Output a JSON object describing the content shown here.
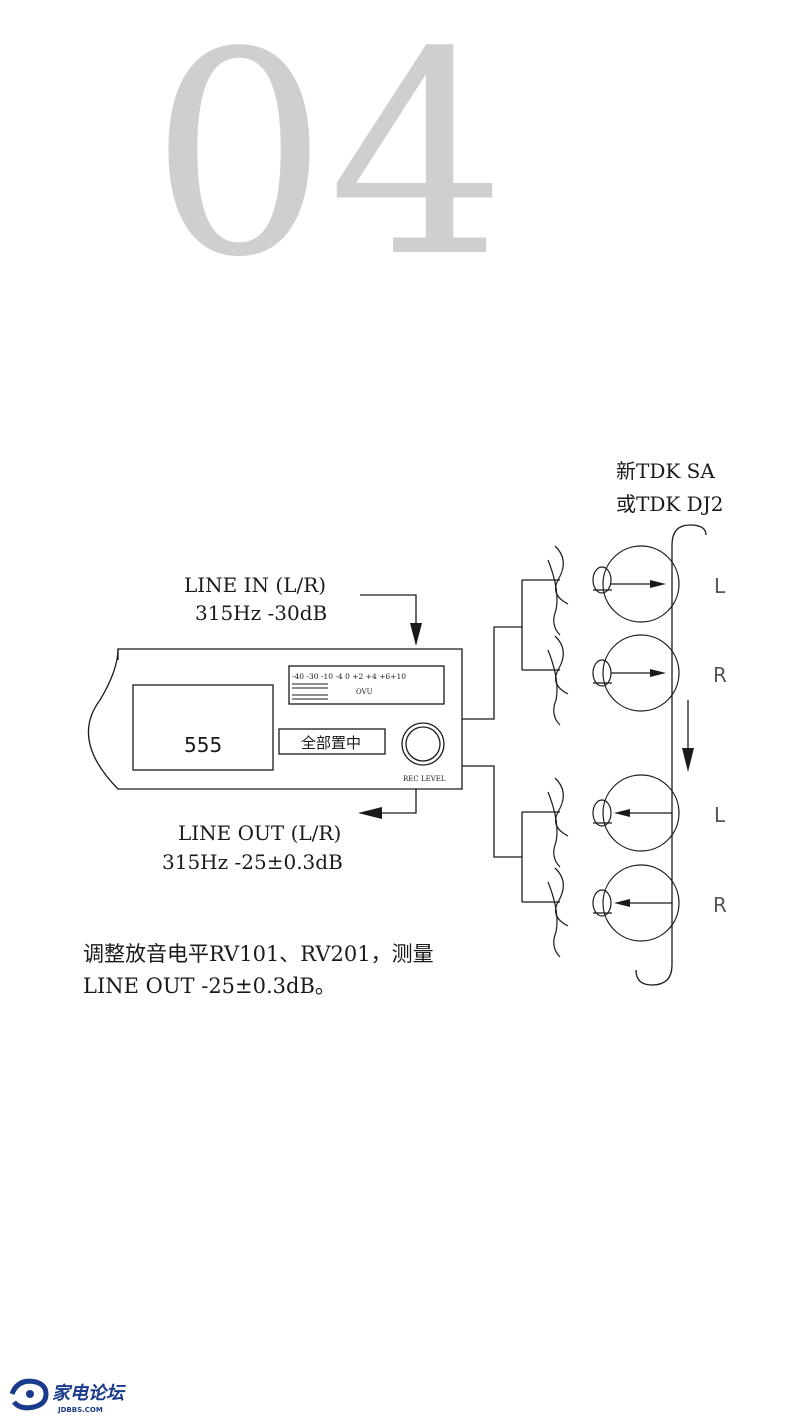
{
  "page_number": "04",
  "colors": {
    "line": "#1a1a1a",
    "page_number": "#cfcfcf",
    "logo_blue": "#1a3a8c"
  },
  "diagram": {
    "tape_label_line1": "新TDK SA",
    "tape_label_line2": "或TDK DJ2",
    "line_in_label": "LINE IN (L/R)",
    "line_in_spec": "315Hz -30dB",
    "line_out_label": "LINE OUT (L/R)",
    "line_out_spec": "315Hz -25±0.3dB",
    "counter_value": "555",
    "reset_button_label": "全部置中",
    "meter_scale": "-40 -30 -10  -4   0 +2 +4   +6+10",
    "meter_unit": "OVU",
    "knob_label": "REC LEVEL",
    "channel_labels": [
      "L",
      "R",
      "L",
      "R"
    ]
  },
  "instruction": {
    "line1": "调整放音电平RV101、RV201，测量",
    "line2": "LINE OUT -25±0.3dB。"
  },
  "logo": {
    "text": "家电论坛",
    "url_text": "JDBBS.COM"
  }
}
